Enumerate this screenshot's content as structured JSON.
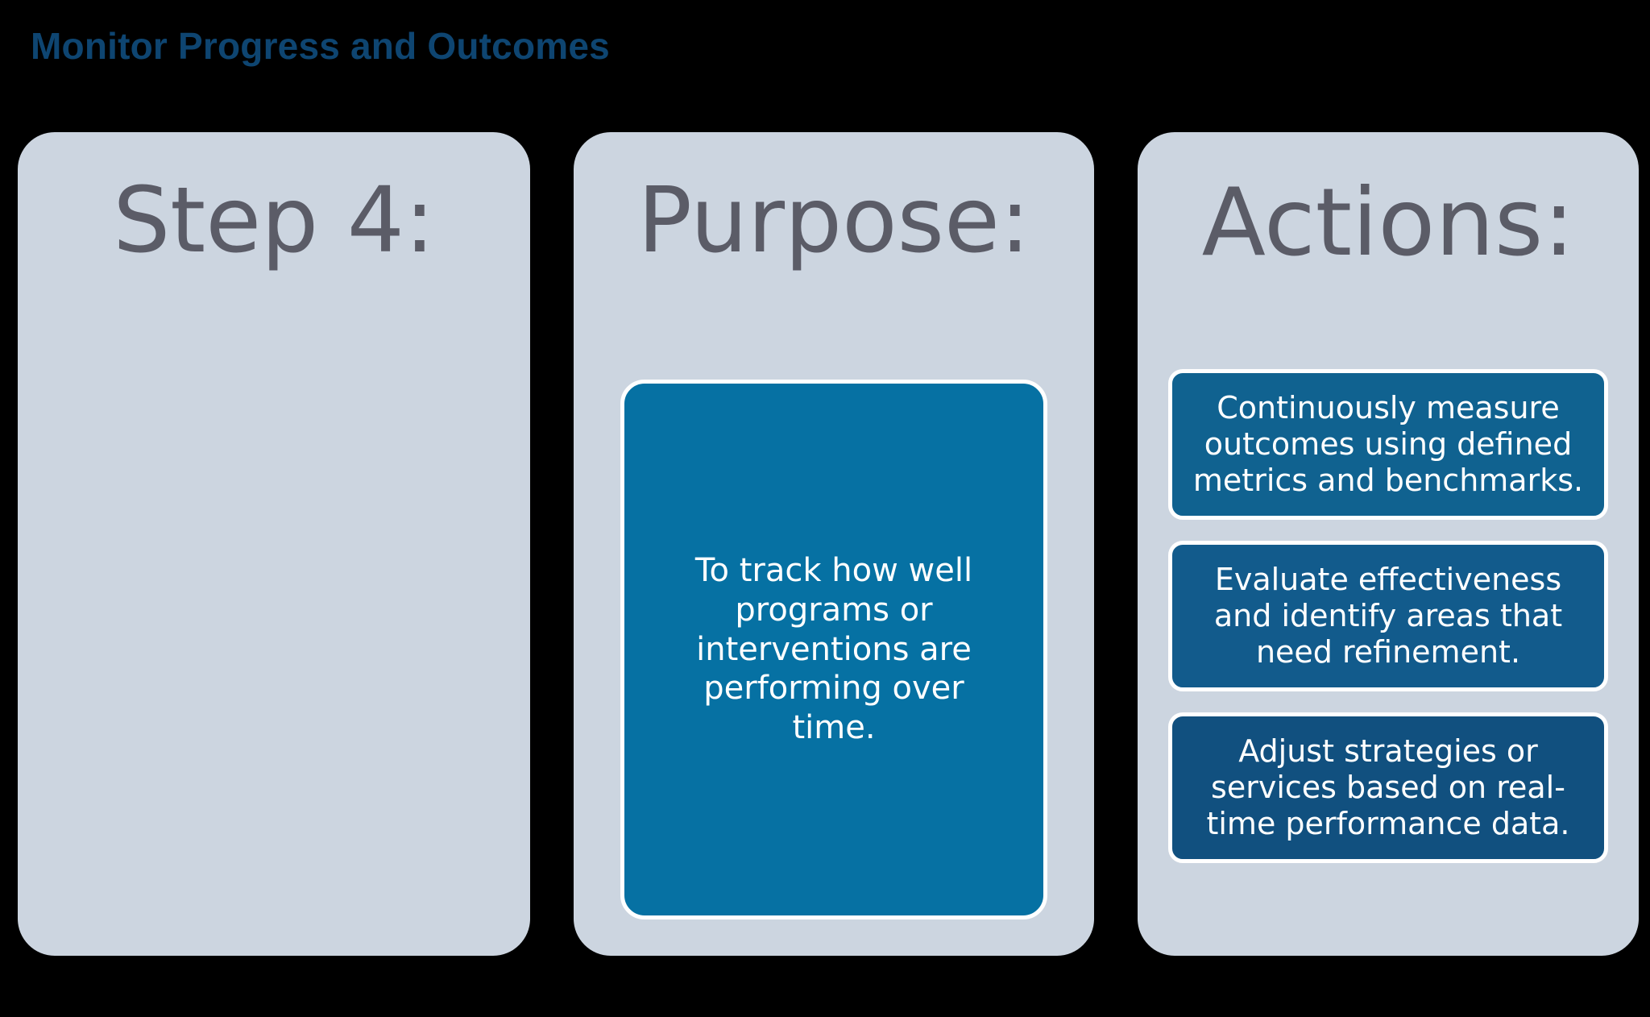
{
  "slide": {
    "title": "Monitor Progress and Outcomes",
    "title_color": "#0e4571",
    "background_color": "#000000"
  },
  "theme": {
    "card_background": "#ccd5e0",
    "card_header_text": "#5b5c67",
    "purpose_panel": "#0671a3",
    "action_panel": "#125b8c",
    "panel_border": "#ffffff",
    "panel_text": "#ffffff"
  },
  "columns": [
    {
      "id": "step",
      "header": "Step 4:",
      "body": null
    },
    {
      "id": "purpose",
      "header": "Purpose:",
      "body": "To track how well programs or interventions are performing over time."
    },
    {
      "id": "actions",
      "header": "Actions:",
      "items": [
        "Continuously measure outcomes using defined metrics and benchmarks.",
        "Evaluate effectiveness and identify areas that need refinement.",
        "Adjust strategies or services based on real-time performance data."
      ]
    }
  ]
}
